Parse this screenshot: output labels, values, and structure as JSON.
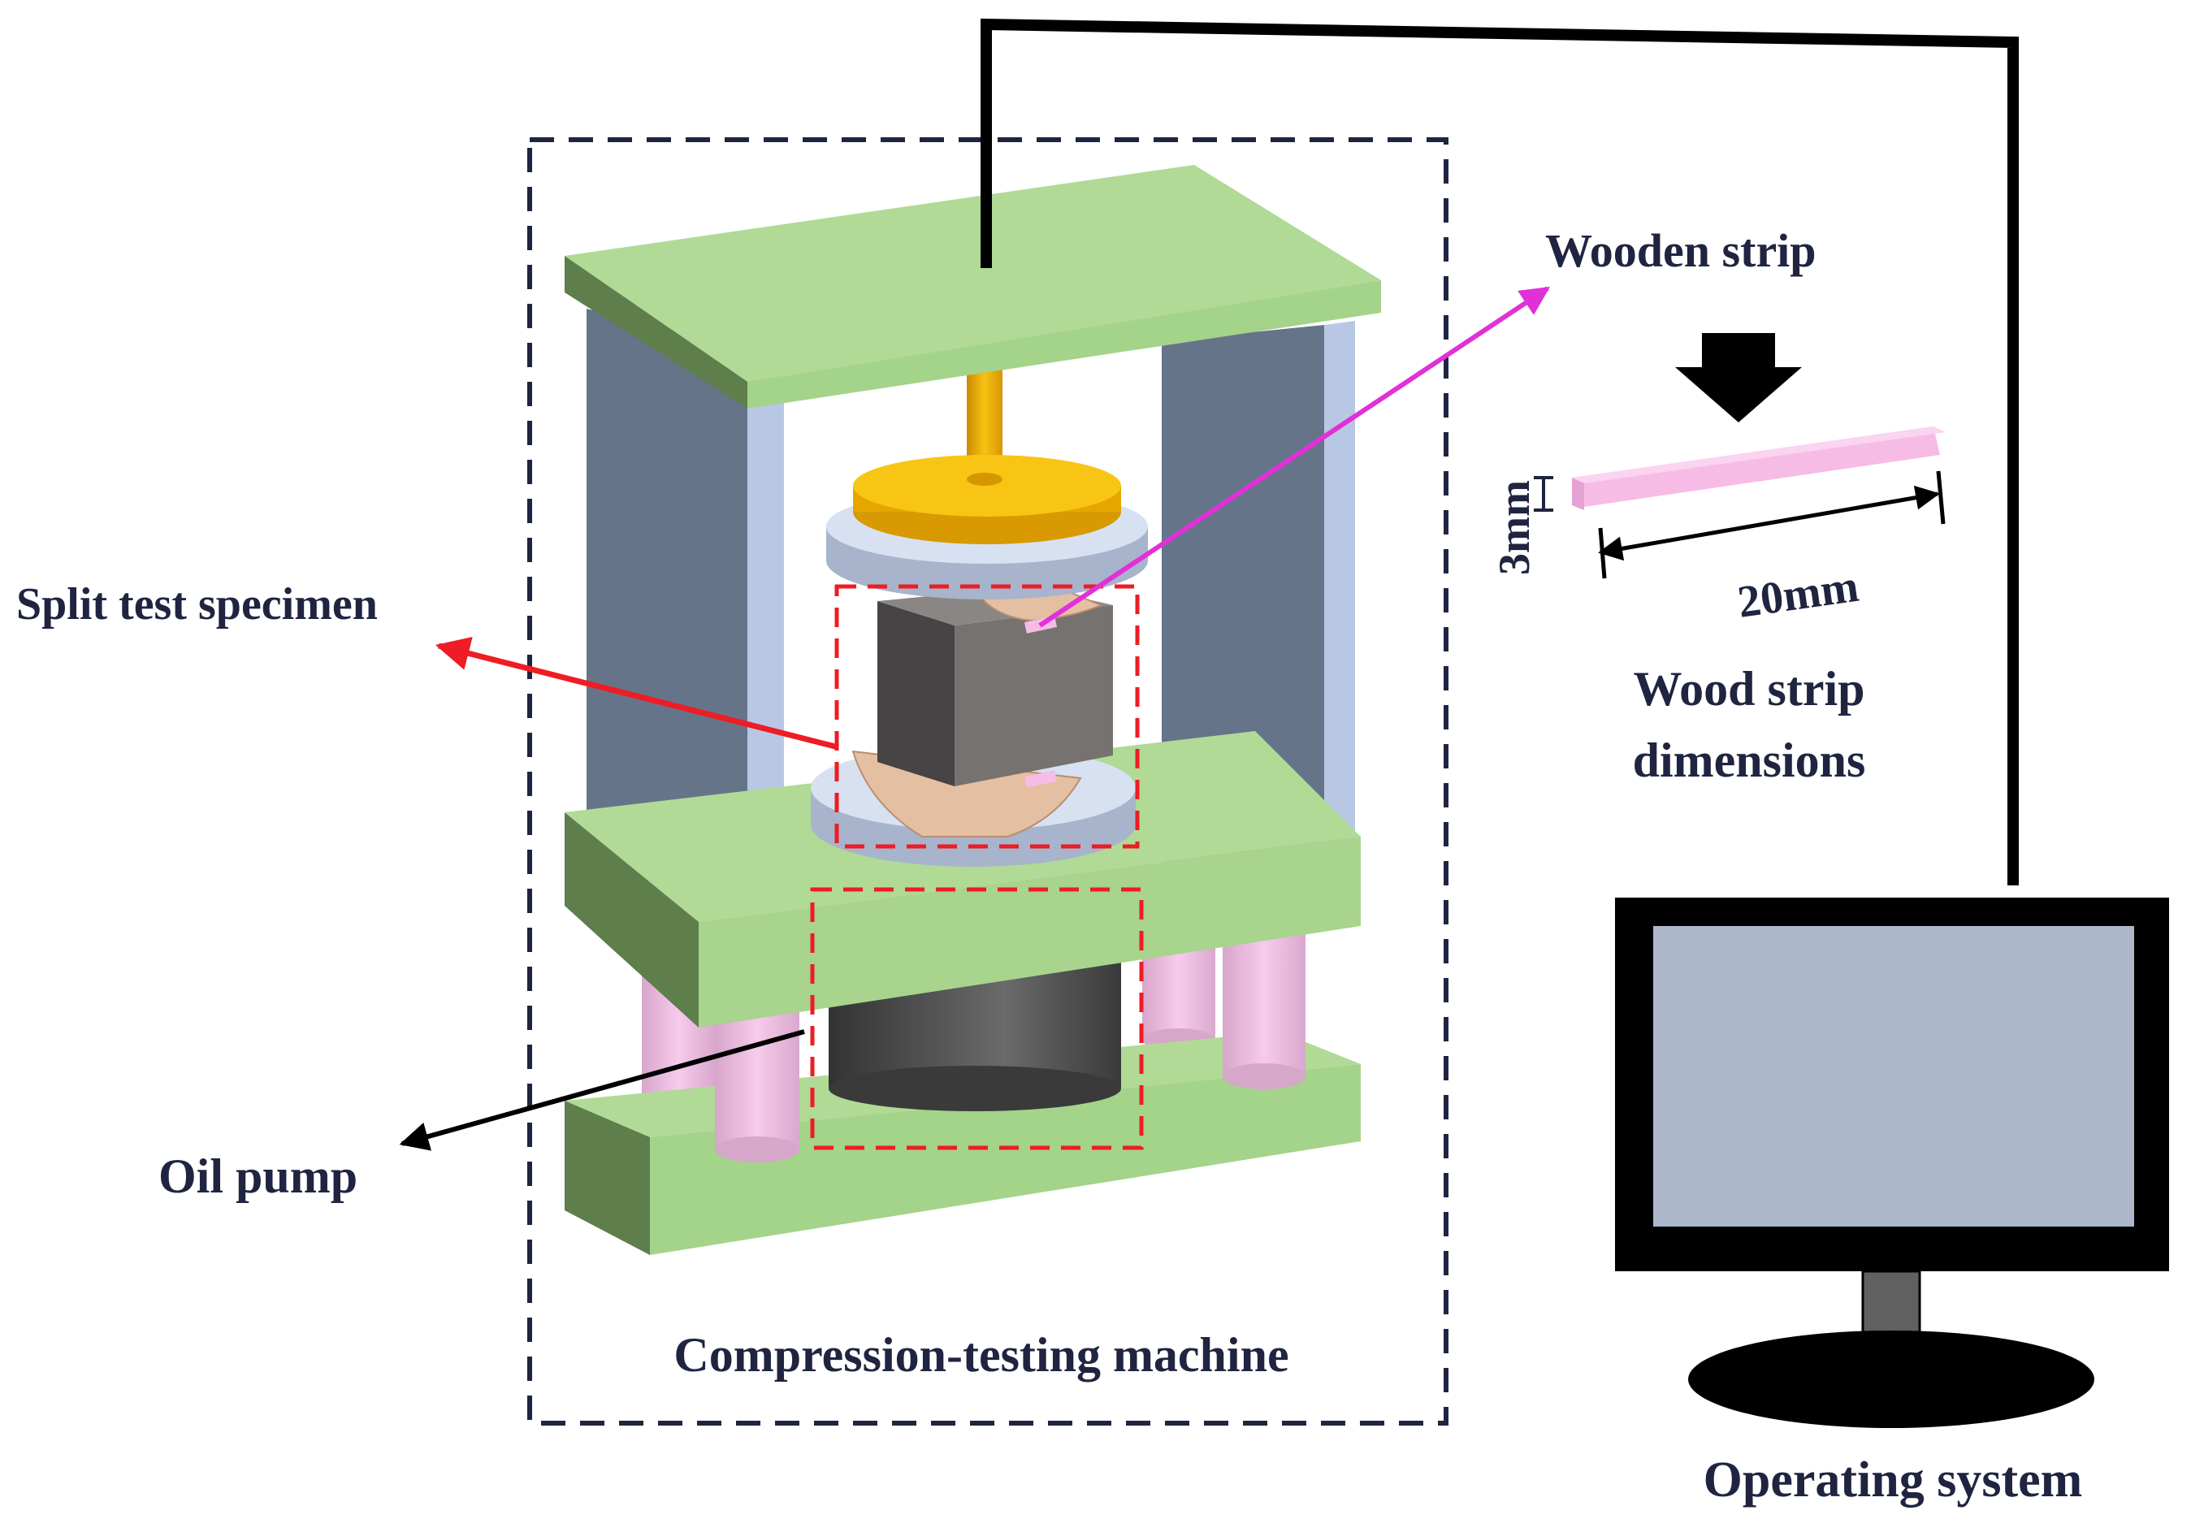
{
  "labels": {
    "split_specimen": "Split test specimen",
    "wooden_strip": "Wooden strip",
    "strip_height": "3mm",
    "strip_length": "20mm",
    "strip_dimensions_line1": "Wood strip",
    "strip_dimensions_line2": "dimensions",
    "oil_pump": "Oil pump",
    "machine": "Compression-testing machine",
    "operating_system": "Operating system"
  },
  "colors": {
    "plate_top": "#b0da96",
    "plate_side": "#5e7e4c",
    "column_face": "#66748a",
    "column_edge": "#b8c8e4",
    "piston": "#f2b20c",
    "piston_top": "#f8c515",
    "specimen_front": "#464444",
    "specimen_side": "#767270",
    "wood": "#e4bfa2",
    "wood_strip": "#f6bce6",
    "oil_pump": "#4a4a4a",
    "leg": "#f2c2e8",
    "red_arrow": "#ee1c24",
    "magenta_arrow": "#e031d8",
    "text": "#1f2540",
    "dash_box": "#1f2540",
    "monitor_screen": "#acb7c9"
  }
}
